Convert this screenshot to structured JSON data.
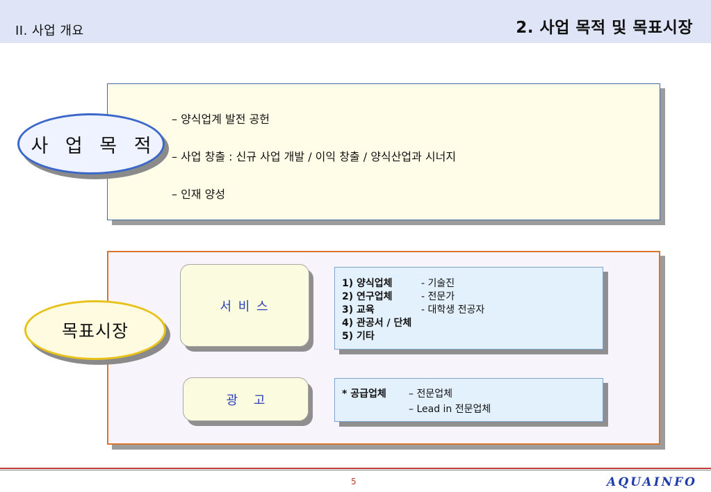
{
  "header": {
    "section": "II. 사업 개요",
    "title": "2. 사업 목적 및 목표시장"
  },
  "objective": {
    "label": "사 업 목 적",
    "items": [
      "– 양식업계  발전 공헌",
      "– 사업 창출 : 신규 사업 개발 / 이익 창출 / 양식산업과 시너지",
      "– 인재 양성"
    ]
  },
  "target_market": {
    "label": "목표시장",
    "service": {
      "label": "서 비 스",
      "rows": [
        {
          "name": "1) 양식업체",
          "desc": "- 기술진"
        },
        {
          "name": "2) 연구업체",
          "desc": "- 전문가"
        },
        {
          "name": "3) 교육",
          "desc": "- 대학생 전공자"
        },
        {
          "name": "4) 관공서 / 단체",
          "desc": ""
        },
        {
          "name": "5) 기타",
          "desc": ""
        }
      ]
    },
    "ad": {
      "label": "광    고",
      "rows": [
        {
          "name": "* 공급업체",
          "desc": "– 전문업체"
        },
        {
          "name": "",
          "desc": "– Lead in 전문업체"
        }
      ]
    }
  },
  "footer": {
    "page": "5",
    "brand": "AQUAINFO"
  },
  "colors": {
    "header_bg": "#dfe4f6",
    "objective_border": "#4468a8",
    "market_border": "#d9742c",
    "brand": "#1f3ca8"
  }
}
